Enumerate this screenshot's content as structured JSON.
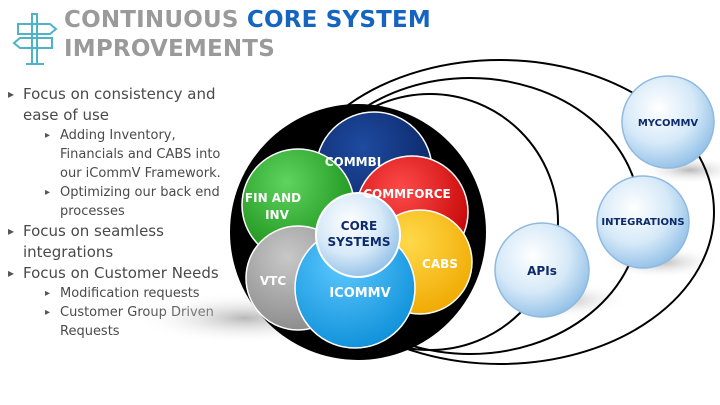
{
  "title": {
    "part1": "CONTINUOUS ",
    "accent": "CORE SYSTEM",
    "part2": "IMPROVEMENTS"
  },
  "bullets": [
    {
      "text": "Focus on consistency and ease of use",
      "sub": [
        "Adding Inventory, Financials and CABS into our iCommV Framework.",
        "Optimizing our back end processes"
      ]
    },
    {
      "text": "Focus on seamless integrations",
      "sub": []
    },
    {
      "text": "Focus on Customer Needs",
      "sub": [
        "Modification requests",
        "Customer Group Driven Requests"
      ]
    }
  ],
  "diagram": {
    "core": {
      "line1": "CORE",
      "line2": "SYSTEMS"
    },
    "circles": {
      "commbi": "COMMBI",
      "commforce": "COMMFORCE",
      "fin_inv_1": "FIN AND",
      "fin_inv_2": "INV",
      "cabs": "CABS",
      "vtc": "VTC",
      "icommv": "ICOMMV"
    },
    "outer": {
      "apis": "APIs",
      "integrations": "INTEGRATIONS",
      "mycommv": "MYCOMMV"
    },
    "colors": {
      "accent": "#1565c0",
      "commbi": "#0d2a6b",
      "commforce": "#d90000",
      "fin_inv": "#1f9e1f",
      "cabs": "#ffc000",
      "vtc": "#a6a6a6",
      "icommv": "#19a8f0",
      "outer_bubble": "#a9cfee"
    }
  }
}
